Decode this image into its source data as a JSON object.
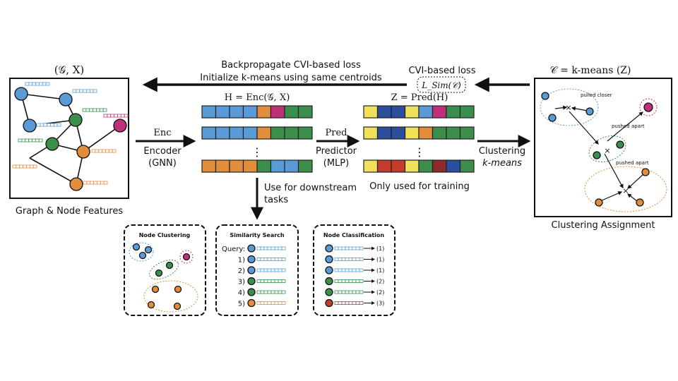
{
  "colors": {
    "blue": "#5b9bd5",
    "green": "#3c8f4a",
    "orange": "#e08e3c",
    "magenta": "#c0307a",
    "yellow": "#f1e05a",
    "navy": "#2b4f9c",
    "red": "#c53b2e",
    "darkred": "#8e2a2a",
    "edge": "#1a1a1a"
  },
  "graph_panel": {
    "title": "(𝒢, X)",
    "caption": "Graph & Node Features"
  },
  "cluster_panel": {
    "title": "𝒞 = k-means (Z)",
    "caption": "Clustering Assignment",
    "pulled_label": "pulled closer",
    "pushed_label_1": "pushed apart",
    "pushed_label_2": "pushed apart"
  },
  "top_arrow": {
    "line1": "Backpropagate CVI-based loss",
    "line2": "Initialize k-means using same centroids",
    "loss_title": "CVI-based loss",
    "loss_box": "L_Sim(𝒞)"
  },
  "encoder": {
    "name": "Enc",
    "line1": "Encoder",
    "line2": "(GNN)"
  },
  "predictor": {
    "name": "Pred",
    "line1": "Predictor",
    "line2": "(MLP)"
  },
  "clustering": {
    "line1": "Clustering",
    "line2": "k-means"
  },
  "h_matrix": {
    "title": "H = Enc(𝒢, X)",
    "ellipsis": "⋮",
    "rows": [
      [
        "blue",
        "blue",
        "blue",
        "blue",
        "orange",
        "magenta",
        "green",
        "green"
      ],
      [
        "blue",
        "blue",
        "blue",
        "blue",
        "orange",
        "green",
        "green",
        "green"
      ],
      [
        "orange",
        "orange",
        "orange",
        "orange",
        "green",
        "blue",
        "blue",
        "green"
      ]
    ]
  },
  "z_matrix": {
    "title": "Z = Pred(H)",
    "ellipsis": "⋮",
    "note": "Only used for training",
    "rows": [
      [
        "yellow",
        "navy",
        "navy",
        "yellow",
        "blue",
        "magenta",
        "green",
        "green"
      ],
      [
        "yellow",
        "navy",
        "navy",
        "yellow",
        "orange",
        "green",
        "green",
        "green"
      ],
      [
        "yellow",
        "red",
        "red",
        "yellow",
        "green",
        "darkred",
        "navy",
        "green"
      ]
    ]
  },
  "downstream": {
    "line1": "Use for downstream",
    "line2": "tasks"
  },
  "task_clustering": {
    "title": "Node Clustering"
  },
  "task_search": {
    "title": "Similarity Search",
    "rows": [
      {
        "label": "Query:",
        "color": "blue"
      },
      {
        "label": "1)",
        "color": "blue"
      },
      {
        "label": "2)",
        "color": "blue"
      },
      {
        "label": "3)",
        "color": "green"
      },
      {
        "label": "4)",
        "color": "green"
      },
      {
        "label": "5)",
        "color": "orange"
      }
    ]
  },
  "task_classification": {
    "title": "Node Classification",
    "rows": [
      {
        "color": "blue",
        "label": "(1)"
      },
      {
        "color": "blue",
        "label": "(1)"
      },
      {
        "color": "blue",
        "label": "(1)"
      },
      {
        "color": "green",
        "label": "(2)"
      },
      {
        "color": "green",
        "label": "(2)"
      },
      {
        "color": "red",
        "label": "(3)"
      }
    ]
  }
}
